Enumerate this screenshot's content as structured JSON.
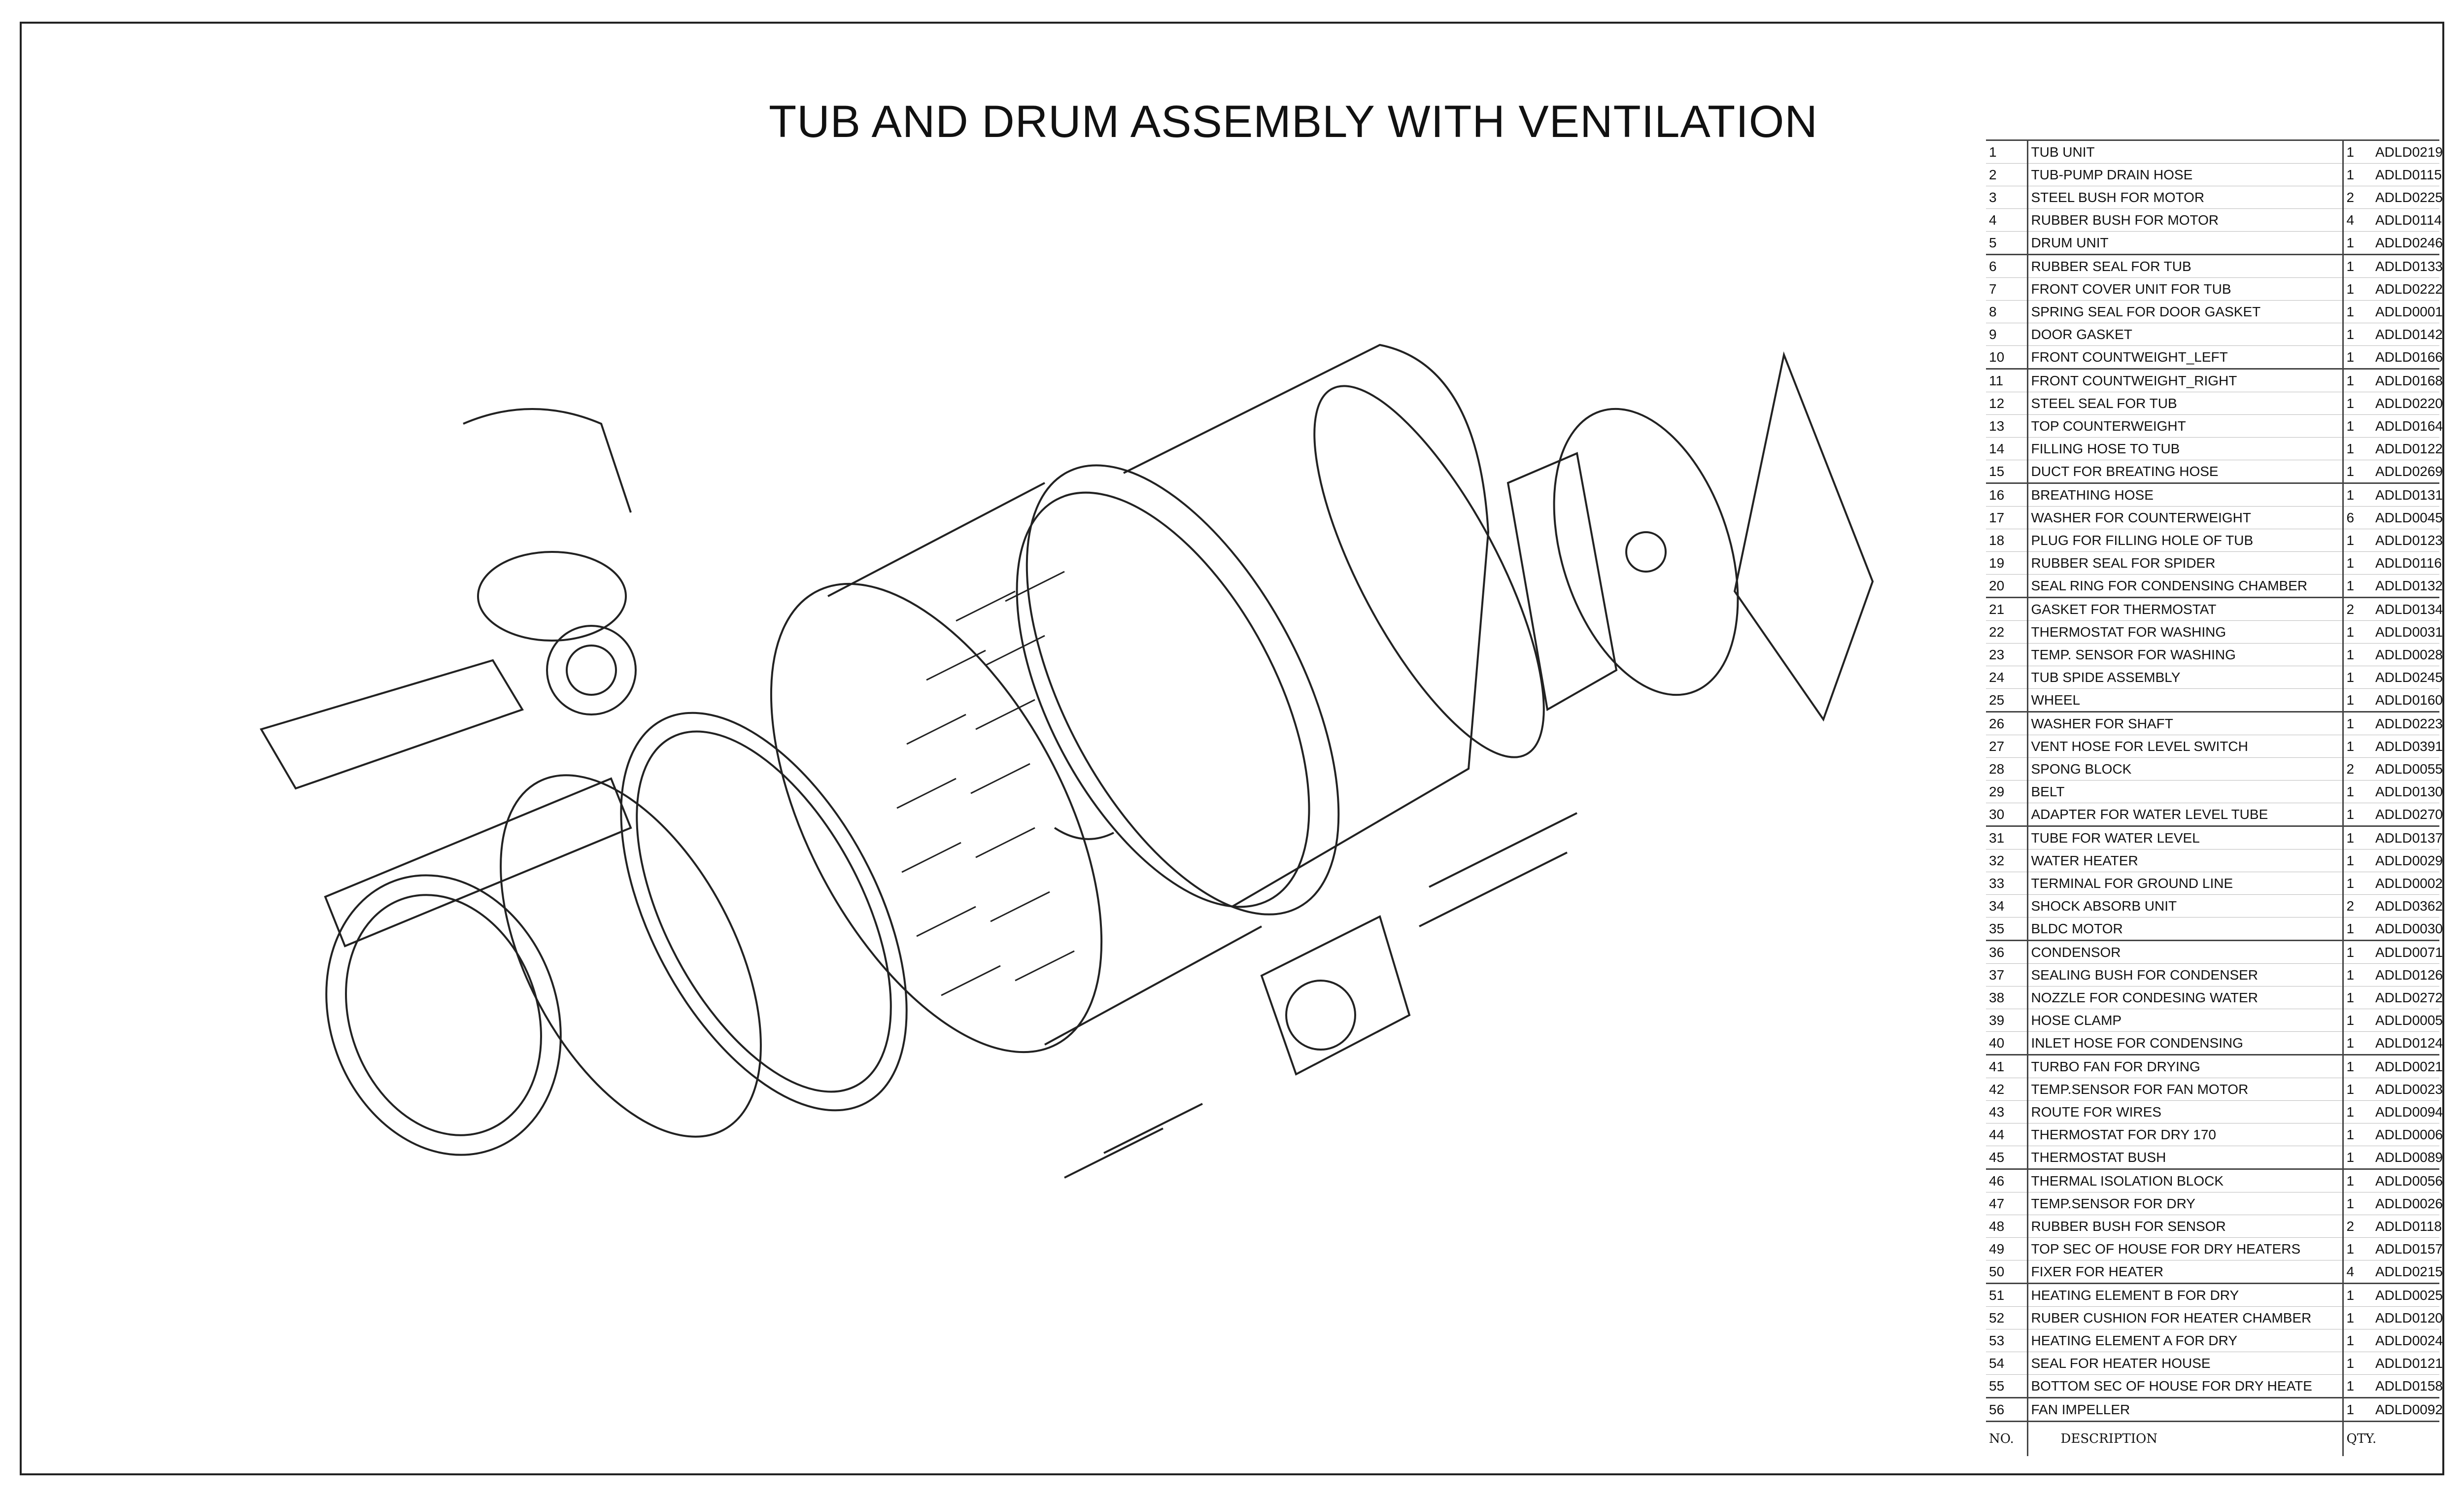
{
  "title": "TUB AND DRUM ASSEMBLY WITH VENTILATION",
  "table_header": {
    "no": "NO.",
    "description": "DESCRIPTION",
    "qty": "QTY."
  },
  "parts": [
    {
      "no": "1",
      "desc": "TUB UNIT",
      "qty": "1",
      "code": "ADLD0219"
    },
    {
      "no": "2",
      "desc": "TUB-PUMP DRAIN HOSE",
      "qty": "1",
      "code": "ADLD0115"
    },
    {
      "no": "3",
      "desc": "STEEL BUSH FOR MOTOR",
      "qty": "2",
      "code": "ADLD0225"
    },
    {
      "no": "4",
      "desc": "RUBBER BUSH FOR MOTOR",
      "qty": "4",
      "code": "ADLD0114"
    },
    {
      "no": "5",
      "desc": "DRUM UNIT",
      "qty": "1",
      "code": "ADLD0246"
    },
    {
      "no": "6",
      "desc": "RUBBER SEAL FOR TUB",
      "qty": "1",
      "code": "ADLD0133"
    },
    {
      "no": "7",
      "desc": "FRONT COVER UNIT FOR TUB",
      "qty": "1",
      "code": "ADLD0222"
    },
    {
      "no": "8",
      "desc": "SPRING SEAL FOR DOOR GASKET",
      "qty": "1",
      "code": "ADLD0001"
    },
    {
      "no": "9",
      "desc": "DOOR GASKET",
      "qty": "1",
      "code": "ADLD0142"
    },
    {
      "no": "10",
      "desc": "FRONT COUNTWEIGHT_LEFT",
      "qty": "1",
      "code": "ADLD0166"
    },
    {
      "no": "11",
      "desc": "FRONT COUNTWEIGHT_RIGHT",
      "qty": "1",
      "code": "ADLD0168"
    },
    {
      "no": "12",
      "desc": "STEEL SEAL FOR TUB",
      "qty": "1",
      "code": "ADLD0220"
    },
    {
      "no": "13",
      "desc": "TOP COUNTERWEIGHT",
      "qty": "1",
      "code": "ADLD0164"
    },
    {
      "no": "14",
      "desc": "FILLING HOSE TO TUB",
      "qty": "1",
      "code": "ADLD0122"
    },
    {
      "no": "15",
      "desc": "DUCT FOR BREATING HOSE",
      "qty": "1",
      "code": "ADLD0269"
    },
    {
      "no": "16",
      "desc": "BREATHING HOSE",
      "qty": "1",
      "code": "ADLD0131"
    },
    {
      "no": "17",
      "desc": "WASHER FOR COUNTERWEIGHT",
      "qty": "6",
      "code": "ADLD0045"
    },
    {
      "no": "18",
      "desc": "PLUG FOR FILLING HOLE OF TUB",
      "qty": "1",
      "code": "ADLD0123"
    },
    {
      "no": "19",
      "desc": "RUBBER SEAL FOR SPIDER",
      "qty": "1",
      "code": "ADLD0116"
    },
    {
      "no": "20",
      "desc": "SEAL RING FOR CONDENSING CHAMBER",
      "qty": "1",
      "code": "ADLD0132"
    },
    {
      "no": "21",
      "desc": "GASKET FOR THERMOSTAT",
      "qty": "2",
      "code": "ADLD0134"
    },
    {
      "no": "22",
      "desc": "THERMOSTAT FOR WASHING",
      "qty": "1",
      "code": "ADLD0031"
    },
    {
      "no": "23",
      "desc": "TEMP. SENSOR FOR WASHING",
      "qty": "1",
      "code": "ADLD0028"
    },
    {
      "no": "24",
      "desc": "TUB SPIDE ASSEMBLY",
      "qty": "1",
      "code": "ADLD0245"
    },
    {
      "no": "25",
      "desc": "WHEEL",
      "qty": "1",
      "code": "ADLD0160"
    },
    {
      "no": "26",
      "desc": "WASHER FOR SHAFT",
      "qty": "1",
      "code": "ADLD0223"
    },
    {
      "no": "27",
      "desc": "VENT HOSE FOR LEVEL SWITCH",
      "qty": "1",
      "code": "ADLD0391"
    },
    {
      "no": "28",
      "desc": "SPONG BLOCK",
      "qty": "2",
      "code": "ADLD0055"
    },
    {
      "no": "29",
      "desc": "BELT",
      "qty": "1",
      "code": "ADLD0130"
    },
    {
      "no": "30",
      "desc": "ADAPTER FOR WATER LEVEL TUBE",
      "qty": "1",
      "code": "ADLD0270"
    },
    {
      "no": "31",
      "desc": "TUBE FOR WATER LEVEL",
      "qty": "1",
      "code": "ADLD0137"
    },
    {
      "no": "32",
      "desc": "WATER HEATER",
      "qty": "1",
      "code": "ADLD0029"
    },
    {
      "no": "33",
      "desc": "TERMINAL FOR GROUND LINE",
      "qty": "1",
      "code": "ADLD0002"
    },
    {
      "no": "34",
      "desc": "SHOCK ABSORB UNIT",
      "qty": "2",
      "code": "ADLD0362"
    },
    {
      "no": "35",
      "desc": "BLDC MOTOR",
      "qty": "1",
      "code": "ADLD0030"
    },
    {
      "no": "36",
      "desc": "CONDENSOR",
      "qty": "1",
      "code": "ADLD0071"
    },
    {
      "no": "37",
      "desc": "SEALING BUSH FOR CONDENSER",
      "qty": "1",
      "code": "ADLD0126"
    },
    {
      "no": "38",
      "desc": "NOZZLE FOR CONDESING WATER",
      "qty": "1",
      "code": "ADLD0272"
    },
    {
      "no": "39",
      "desc": "HOSE CLAMP",
      "qty": "1",
      "code": "ADLD0005"
    },
    {
      "no": "40",
      "desc": "INLET HOSE FOR CONDENSING",
      "qty": "1",
      "code": "ADLD0124"
    },
    {
      "no": "41",
      "desc": "TURBO FAN FOR DRYING",
      "qty": "1",
      "code": "ADLD0021"
    },
    {
      "no": "42",
      "desc": "TEMP.SENSOR FOR FAN MOTOR",
      "qty": "1",
      "code": "ADLD0023"
    },
    {
      "no": "43",
      "desc": "ROUTE FOR WIRES",
      "qty": "1",
      "code": "ADLD0094"
    },
    {
      "no": "44",
      "desc": "THERMOSTAT FOR DRY 170",
      "qty": "1",
      "code": "ADLD0006"
    },
    {
      "no": "45",
      "desc": "THERMOSTAT BUSH",
      "qty": "1",
      "code": "ADLD0089"
    },
    {
      "no": "46",
      "desc": "THERMAL ISOLATION BLOCK",
      "qty": "1",
      "code": "ADLD0056"
    },
    {
      "no": "47",
      "desc": "TEMP.SENSOR FOR DRY",
      "qty": "1",
      "code": "ADLD0026"
    },
    {
      "no": "48",
      "desc": "RUBBER BUSH FOR SENSOR",
      "qty": "2",
      "code": "ADLD0118"
    },
    {
      "no": "49",
      "desc": "TOP SEC OF HOUSE FOR DRY HEATERS",
      "qty": "1",
      "code": "ADLD0157"
    },
    {
      "no": "50",
      "desc": "FIXER FOR HEATER",
      "qty": "4",
      "code": "ADLD0215"
    },
    {
      "no": "51",
      "desc": "HEATING ELEMENT B FOR DRY",
      "qty": "1",
      "code": "ADLD0025"
    },
    {
      "no": "52",
      "desc": "RUBER CUSHION FOR HEATER CHAMBER",
      "qty": "1",
      "code": "ADLD0120"
    },
    {
      "no": "53",
      "desc": "HEATING ELEMENT A FOR DRY",
      "qty": "1",
      "code": "ADLD0024"
    },
    {
      "no": "54",
      "desc": "SEAL FOR HEATER HOUSE",
      "qty": "1",
      "code": "ADLD0121"
    },
    {
      "no": "55",
      "desc": "BOTTOM SEC OF HOUSE FOR DRY HEATE",
      "qty": "1",
      "code": "ADLD0158"
    },
    {
      "no": "56",
      "desc": "FAN IMPELLER",
      "qty": "1",
      "code": "ADLD0092"
    }
  ]
}
